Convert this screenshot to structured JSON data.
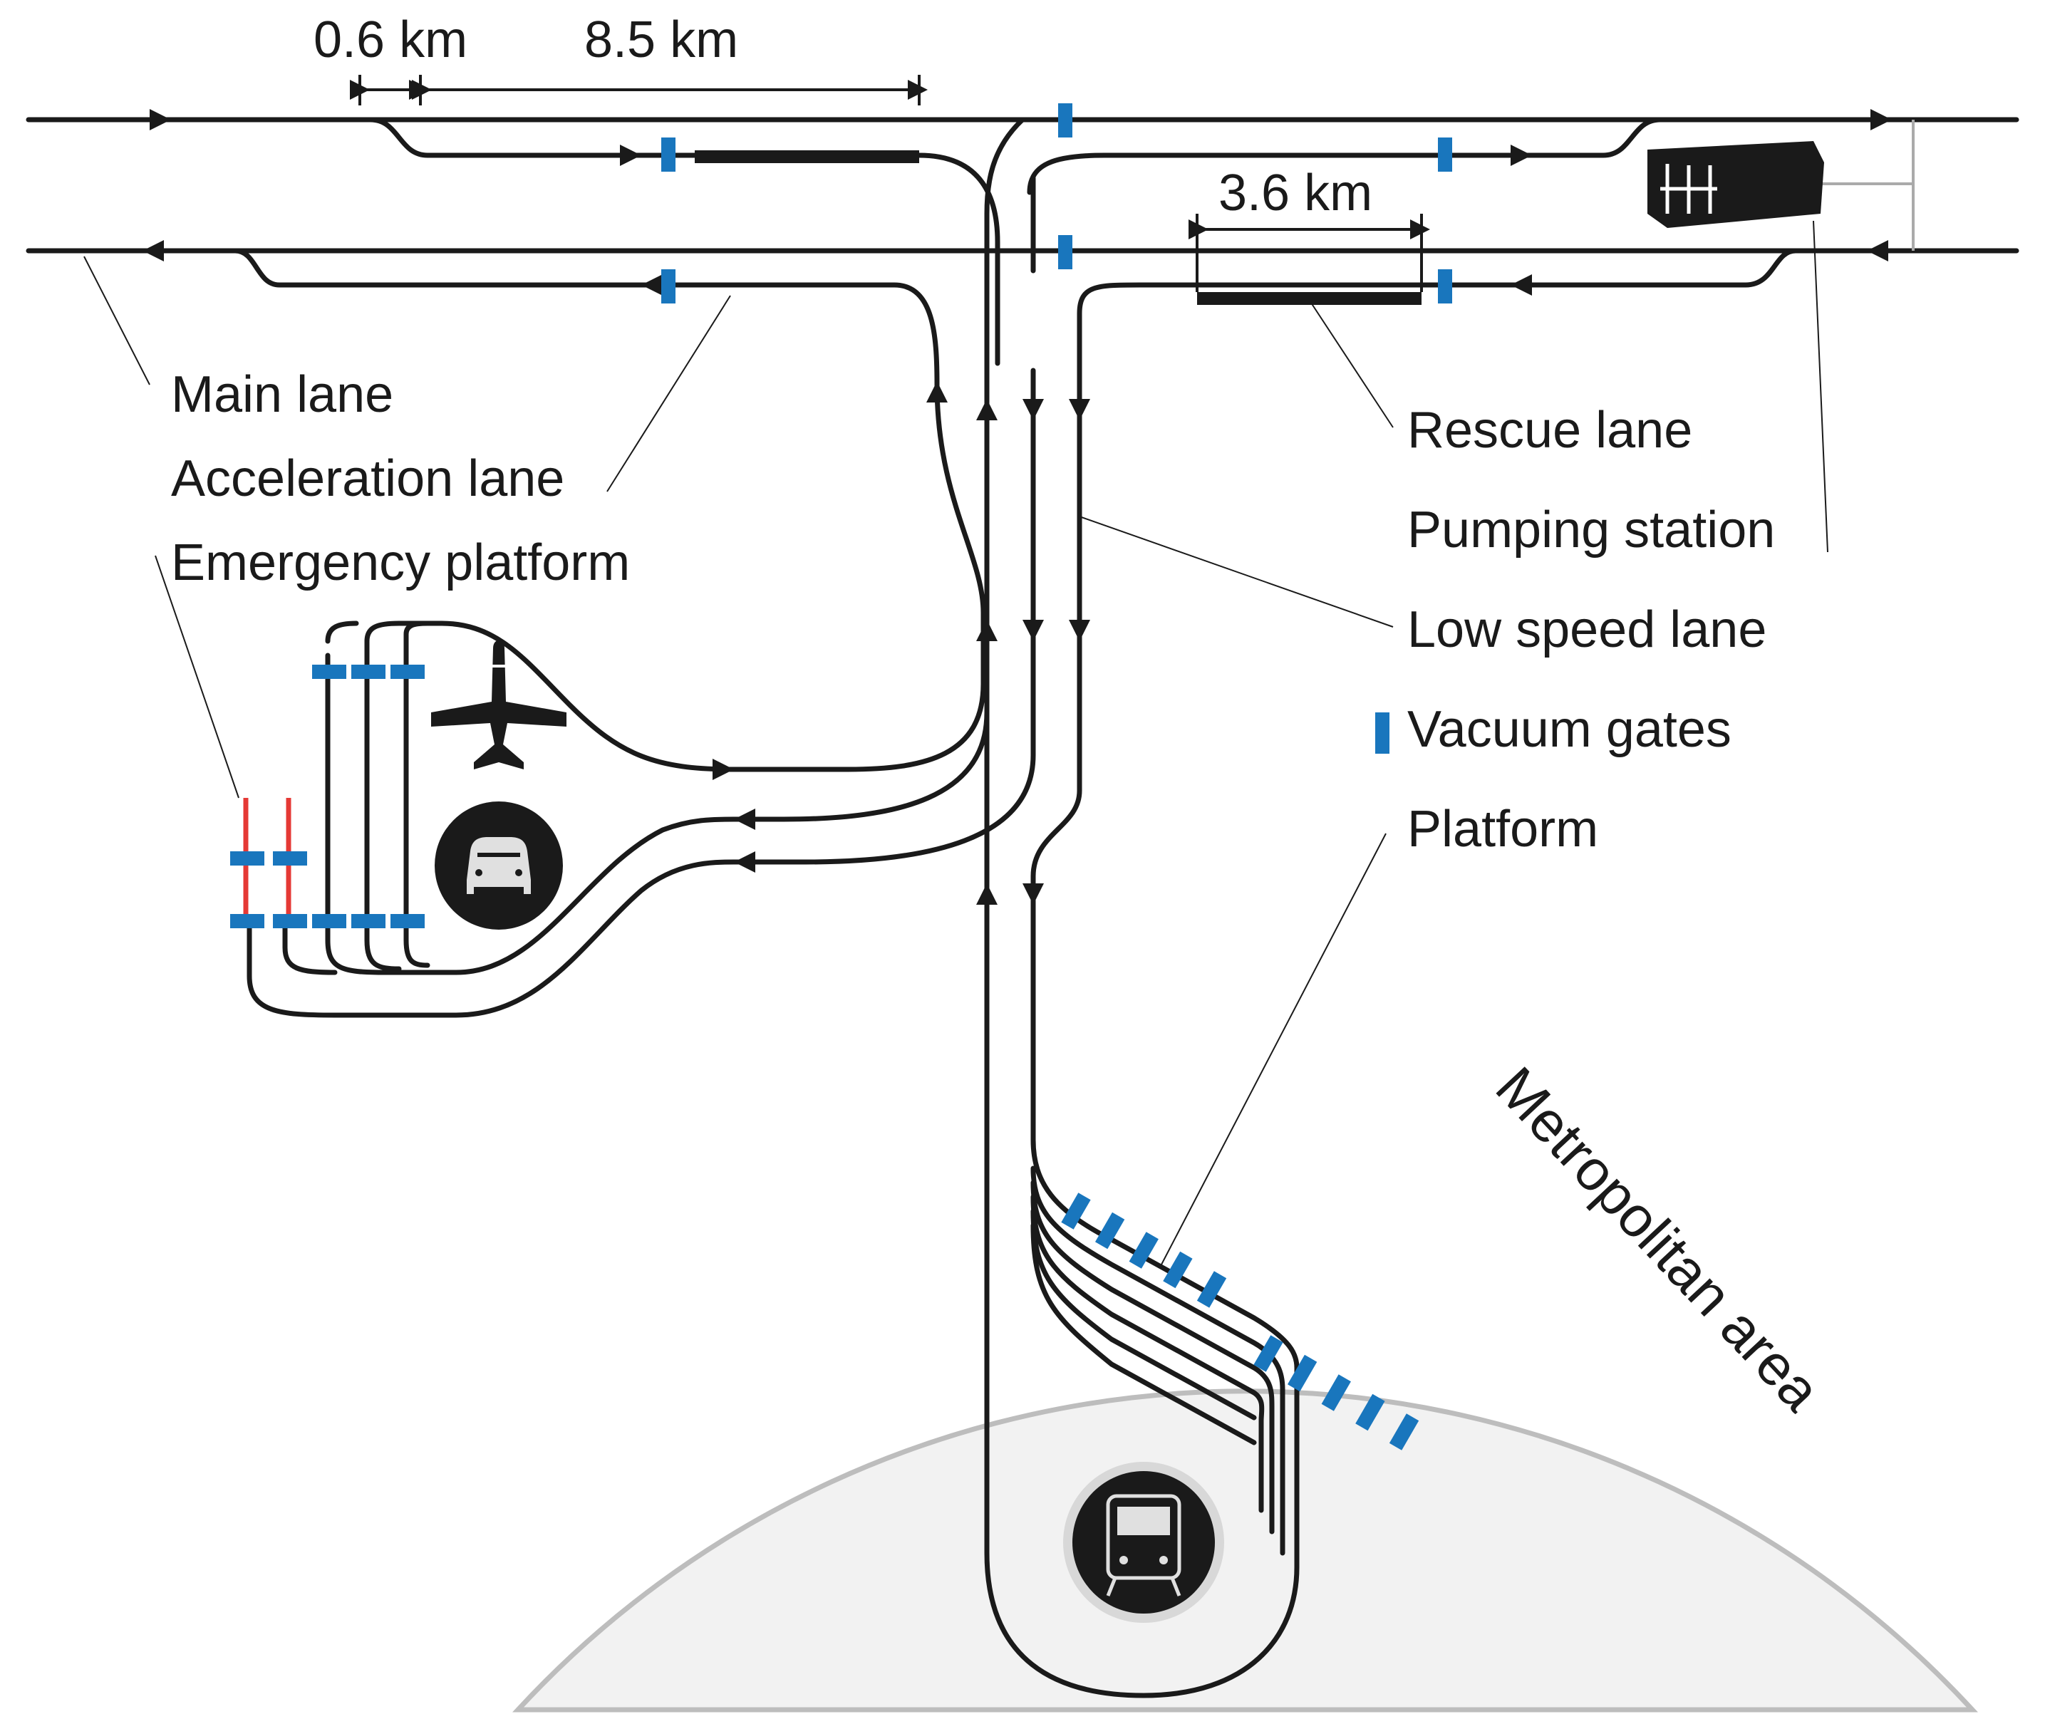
{
  "diagram": {
    "dimensions": {
      "d1": "0.6 km",
      "d2": "8.5 km",
      "d3": "3.6 km"
    },
    "labels": {
      "main_lane": "Main lane",
      "acceleration_lane": "Acceleration lane",
      "emergency_platform": "Emergency platform",
      "rescue_lane": "Rescue lane",
      "pumping_station": "Pumping station",
      "low_speed_lane": "Low speed lane",
      "vacuum_gates": "Vacuum gates",
      "platform": "Platform"
    },
    "area_label": "Metropolitan area",
    "icons": [
      "airplane-icon",
      "car-icon",
      "train-icon",
      "pumping-station-icon"
    ],
    "colors": {
      "track": "#1a1a1a",
      "gate": "#1976bd",
      "emergency": "#e53935",
      "area": "#f2f2f2",
      "area_border": "#bdbdbd"
    }
  }
}
